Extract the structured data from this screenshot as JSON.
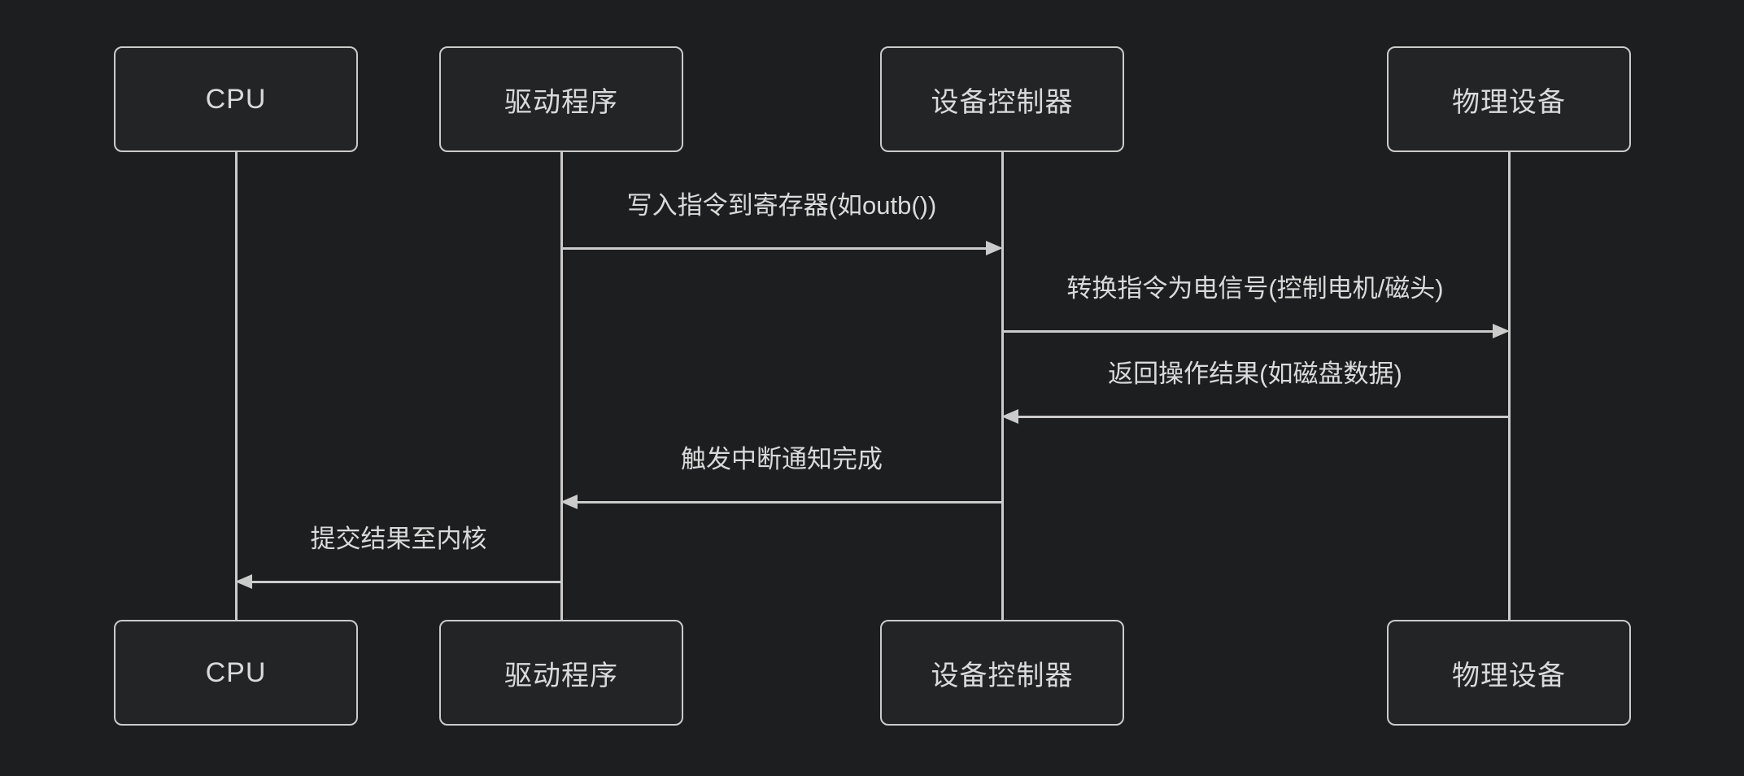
{
  "diagram": {
    "type": "sequence",
    "actors": [
      {
        "label": "CPU"
      },
      {
        "label": "驱动程序"
      },
      {
        "label": "设备控制器"
      },
      {
        "label": "物理设备"
      }
    ],
    "messages": [
      {
        "text": "写入指令到寄存器(如outb())",
        "from": "驱动程序",
        "to": "设备控制器",
        "direction": "right"
      },
      {
        "text": "转换指令为电信号(控制电机/磁头)",
        "from": "设备控制器",
        "to": "物理设备",
        "direction": "right"
      },
      {
        "text": "返回操作结果(如磁盘数据)",
        "from": "物理设备",
        "to": "设备控制器",
        "direction": "left"
      },
      {
        "text": "触发中断通知完成",
        "from": "设备控制器",
        "to": "驱动程序",
        "direction": "left"
      },
      {
        "text": "提交结果至内核",
        "from": "驱动程序",
        "to": "CPU",
        "direction": "left"
      }
    ],
    "colors": {
      "background": "#1d1e1f",
      "box_fill": "#232425",
      "box_border": "#cbcbcb",
      "line": "#cbcbcb",
      "text": "#dadada"
    }
  }
}
